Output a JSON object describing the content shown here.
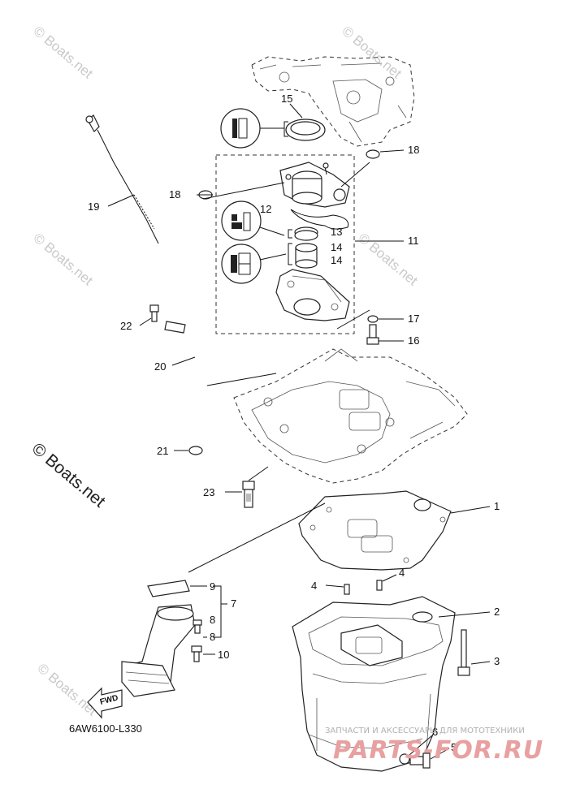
{
  "diagram": {
    "code": "6AW6100-L330",
    "fwd_label": "FWD",
    "callouts": {
      "p1": "1",
      "p2": "2",
      "p3": "3",
      "p4a": "4",
      "p4b": "4",
      "p5": "5",
      "p6": "6",
      "p7": "7",
      "p8a": "8",
      "p8b": "8",
      "p9": "9",
      "p10": "10",
      "p11": "11",
      "p12": "12",
      "p13": "13",
      "p14a": "14",
      "p14b": "14",
      "p15": "15",
      "p16": "16",
      "p17": "17",
      "p18a": "18",
      "p18b": "18",
      "p19": "19",
      "p20": "20",
      "p21": "21",
      "p22": "22",
      "p23": "23"
    }
  },
  "watermarks": {
    "faint": "© Boats.net",
    "dark": "© Boats.net"
  },
  "shop_banner": {
    "line1": "ЗАПЧАСТИ И АКСЕССУАРЫ ДЛЯ МОТОТЕХНИКИ",
    "line2": "PARTS-FOR.RU"
  }
}
